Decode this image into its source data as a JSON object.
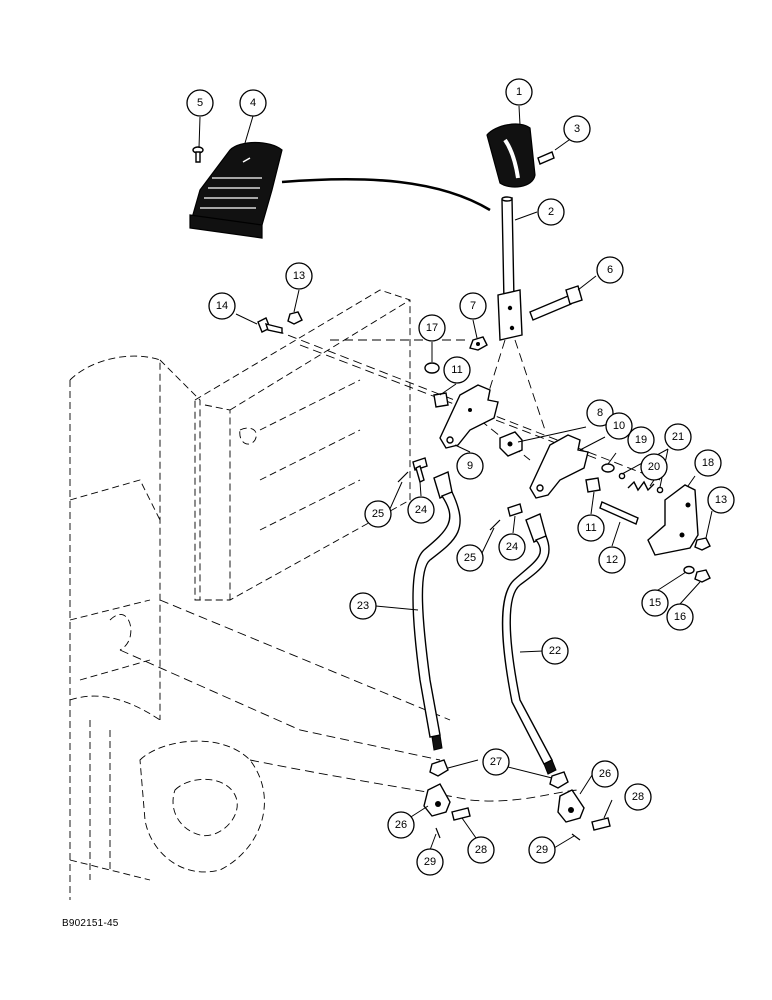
{
  "figure": {
    "reference_code": "B902151-45"
  },
  "callouts": [
    {
      "id": "c1",
      "label": "1"
    },
    {
      "id": "c2",
      "label": "2"
    },
    {
      "id": "c3",
      "label": "3"
    },
    {
      "id": "c4",
      "label": "4"
    },
    {
      "id": "c5",
      "label": "5"
    },
    {
      "id": "c6",
      "label": "6"
    },
    {
      "id": "c7",
      "label": "7"
    },
    {
      "id": "c8",
      "label": "8"
    },
    {
      "id": "c9",
      "label": "9"
    },
    {
      "id": "c10",
      "label": "10"
    },
    {
      "id": "c11a",
      "label": "11"
    },
    {
      "id": "c11b",
      "label": "11"
    },
    {
      "id": "c12",
      "label": "12"
    },
    {
      "id": "c13a",
      "label": "13"
    },
    {
      "id": "c13b",
      "label": "13"
    },
    {
      "id": "c14",
      "label": "14"
    },
    {
      "id": "c15",
      "label": "15"
    },
    {
      "id": "c16",
      "label": "16"
    },
    {
      "id": "c17",
      "label": "17"
    },
    {
      "id": "c18",
      "label": "18"
    },
    {
      "id": "c19",
      "label": "19"
    },
    {
      "id": "c20",
      "label": "20"
    },
    {
      "id": "c21",
      "label": "21"
    },
    {
      "id": "c22",
      "label": "22"
    },
    {
      "id": "c23",
      "label": "23"
    },
    {
      "id": "c24a",
      "label": "24"
    },
    {
      "id": "c24b",
      "label": "24"
    },
    {
      "id": "c25a",
      "label": "25"
    },
    {
      "id": "c25b",
      "label": "25"
    },
    {
      "id": "c26a",
      "label": "26"
    },
    {
      "id": "c26b",
      "label": "26"
    },
    {
      "id": "c27",
      "label": "27"
    },
    {
      "id": "c28a",
      "label": "28"
    },
    {
      "id": "c28b",
      "label": "28"
    },
    {
      "id": "c29a",
      "label": "29"
    },
    {
      "id": "c29b",
      "label": "29"
    }
  ]
}
